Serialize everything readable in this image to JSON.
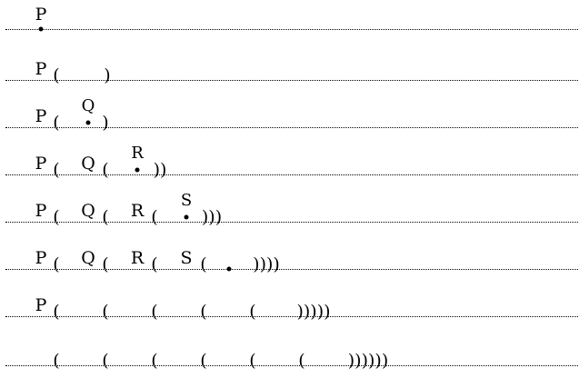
{
  "rows": [
    {
      "tokens": [
        "P"
      ]
    },
    {
      "tokens": [
        "P",
        "(",
        ")"
      ]
    },
    {
      "tokens": [
        "P",
        "(",
        "Q",
        ")"
      ]
    },
    {
      "tokens": [
        "P",
        "(",
        "Q",
        "(",
        "R",
        "))"
      ]
    },
    {
      "tokens": [
        "P",
        "(",
        "Q",
        "(",
        "R",
        "(",
        "S",
        ")))"
      ]
    },
    {
      "tokens": [
        "P",
        "(",
        "Q",
        "(",
        "R",
        "(",
        "S",
        "(",
        "))))"
      ]
    },
    {
      "tokens": [
        "P",
        "(",
        "(",
        "(",
        "(",
        "(",
        ")))))"
      ]
    },
    {
      "tokens": [
        "(",
        "(",
        "(",
        "(",
        "(",
        "(",
        "))))))"
      ]
    }
  ]
}
